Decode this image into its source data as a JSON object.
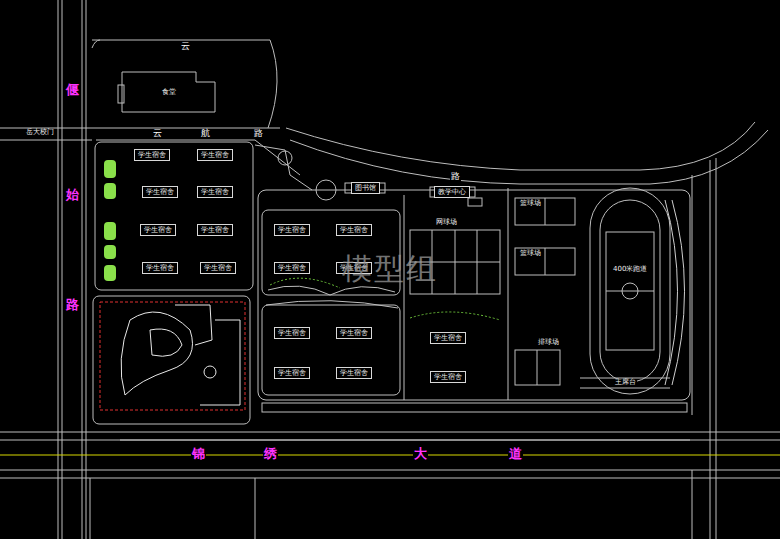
{
  "diagram": {
    "nodes": [
      {
        "text": [
          "食堂"
        ]
      },
      {
        "text": [
          "学生宿舍"
        ]
      },
      {
        "text": [
          "学生宿舍"
        ]
      },
      {
        "text": [
          "学生宿舍"
        ]
      },
      {
        "text": [
          "学生宿舍"
        ]
      },
      {
        "text": [
          "学生宿舍"
        ]
      },
      {
        "text": [
          "学生宿舍"
        ]
      },
      {
        "text": [
          "学生宿舍"
        ]
      },
      {
        "text": [
          "学生宿舍"
        ]
      },
      {
        "text": [
          "图书馆"
        ]
      },
      {
        "text": [
          "教学中心"
        ]
      },
      {
        "text": [
          "学生宿舍"
        ]
      },
      {
        "text": [
          "学生宿舍"
        ]
      },
      {
        "text": [
          "学生宿舍"
        ]
      },
      {
        "text": [
          "学生宿舍"
        ]
      },
      {
        "text": [
          "学生宿舍"
        ]
      },
      {
        "text": [
          "学生宿舍"
        ]
      },
      {
        "text": [
          "学生宿舍"
        ]
      },
      {
        "text": [
          "学生宿舍"
        ]
      },
      {
        "text": [
          "学生宿舍"
        ]
      },
      {
        "text": [
          "学生宿舍"
        ]
      }
    ],
    "labels": [
      "偃",
      "始",
      "路",
      "锦",
      "绣",
      "大",
      "道",
      "岳大校门",
      "云",
      "云",
      "航",
      "路",
      "路",
      "网球场",
      "篮球场",
      "篮球场",
      "排球场",
      "400米跑道",
      "主席台",
      "模型组"
    ]
  }
}
